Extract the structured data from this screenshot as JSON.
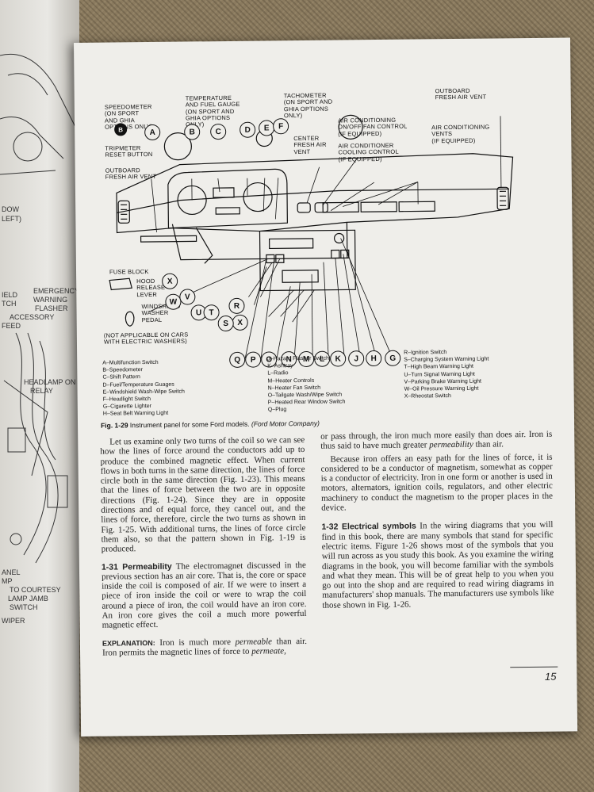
{
  "left_page": {
    "labels": [
      "DOW",
      "LEFT)",
      "IELD",
      "TCH",
      "EMERGENCY",
      "WARNING",
      "FLASHER",
      "ACCESSORY",
      "FEED",
      "HEADLAMP ON",
      "RELAY",
      "ANEL",
      "MP",
      "TO COURTESY",
      "LAMP JAMB",
      "SWITCH",
      "WIPER"
    ]
  },
  "figure": {
    "callouts": {
      "speedometer": "SPEEDOMETER\n(ON SPORT\nAND GHIA\nOPTIONS ONLY)",
      "temperature": "TEMPERATURE\nAND FUEL GAUGE\n(ON SPORT AND\nGHIA OPTIONS\nONLY)",
      "tachometer": "TACHOMETER\n(ON SPORT AND\nGHIA OPTIONS\nONLY)",
      "outboard_right": "OUTBOARD\nFRESH AIR VENT",
      "ac_control": "AIR CONDITIONING\nON/OFF FAN CONTROL\n(IF EQUIPPED)",
      "ac_vents": "AIR CONDITIONING\nVENTS\n(IF EQUIPPED)",
      "center_vent": "CENTER\nFRESH AIR\nVENT",
      "ac_cooling": "AIR CONDITIONER\nCOOLING CONTROL\n(IF EQUIPPED)",
      "tripmeter": "TRIPMETER\nRESET BUTTON",
      "outboard_left": "OUTBOARD\nFRESH AIR VENT",
      "fuse_block": "FUSE BLOCK",
      "hood": "HOOD\nRELEASE\nLEVER",
      "washer": "WINDSHIELD\nWASHER\nPEDAL",
      "not_applicable": "(NOT APPLICABLE ON CARS\nWITH ELECTRIC WASHERS)"
    },
    "letters_top": [
      "A",
      "B",
      "C",
      "D",
      "E",
      "F"
    ],
    "letters_bottom": [
      "Q",
      "P",
      "O",
      "N",
      "M",
      "L",
      "K",
      "J",
      "H",
      "G"
    ],
    "letters_side": [
      "X",
      "W",
      "V",
      "U",
      "T",
      "S",
      "R"
    ],
    "b_badge": "B",
    "legend_col1": [
      "A–Multifunction Switch",
      "B–Speedometer",
      "C–Shift Pattern",
      "D–Fuel/Temperature Guages",
      "E–Windshield Wash-Wipe Switch",
      "F–Headlight Switch",
      "G–Cigarette Lighter",
      "H–Seat Belt Warning Light"
    ],
    "legend_col2": [
      "J–Hazard Flasher Switch",
      "K–Ashtray",
      "L–Radio",
      "M–Heater Controls",
      "N–Heater Fan Switch",
      "O–Tailgate Wash/Wipe Switch",
      "P–Heated Rear Window Switch",
      "Q–Plug"
    ],
    "legend_col3": [
      "R–Ignition Switch",
      "S–Charging System Warning Light",
      "T–High Beam Warning Light",
      "U–Turn Signal Warning Light",
      "V–Parking Brake Warning Light",
      "W–Oil Pressure Warning Light",
      "X–Rheostat Switch"
    ],
    "caption_num": "Fig. 1-29",
    "caption_text": " Instrument panel for some Ford models. ",
    "caption_credit": "(Ford Motor Company)"
  },
  "body": {
    "left_p1": "Let us examine only two turns of the coil so we can see how the lines of force around the conductors add up to produce the combined magnetic effect. When current flows in both turns in the same direction, the lines of force circle both in the same direction (Fig. 1-23). This means that the lines of force between the two are in opposite directions (Fig. 1-24). Since they are in opposite directions and of equal force, they cancel out, and the lines of force, therefore, circle the two turns as shown in Fig. 1-25. With additional turns, the lines of force circle them also, so that the pattern shown in Fig. 1-19 is produced.",
    "h131": "1-31 Permeability",
    "left_p2": "The electromagnet discussed in the previous section has an air core. That is, the core or space inside the coil is composed of air. If we were to insert a piece of iron inside the coil or were to wrap the coil around a piece of iron, the coil would have an iron core. An iron core gives the coil a much more powerful magnetic effect.",
    "expl_label": "EXPLANATION:",
    "expl_a": " Iron is much more ",
    "expl_perm": "permeable",
    "expl_b": " than air. Iron permits the magnetic lines of force to ",
    "expl_permeate": "permeate,",
    "right_p1a": "or pass through, the iron much more easily than does air. Iron is thus said to have much greater ",
    "right_p1_perm": "permeability",
    "right_p1b": " than air.",
    "right_p2": "Because iron offers an easy path for the lines of force, it is considered to be a conductor of magnetism, somewhat as copper is a conductor of electricity. Iron in one form or another is used in motors, alternators, ignition coils, regulators, and other electric machinery to conduct the magnetism to the proper places in the device.",
    "h132": "1-32 Electrical symbols",
    "right_p3": "In the wiring diagrams that you will find in this book, there are many symbols that stand for specific electric items. Figure 1-26 shows most of the symbols that you will run across as you study this book. As you examine the wiring diagrams in the book, you will become familiar with the symbols and what they mean. This will be of great help to you when you go out into the shop and are required to read wiring diagrams in manufacturers' shop manuals. The manufacturers use symbols like those shown in Fig. 1-26."
  },
  "page_number": "15"
}
